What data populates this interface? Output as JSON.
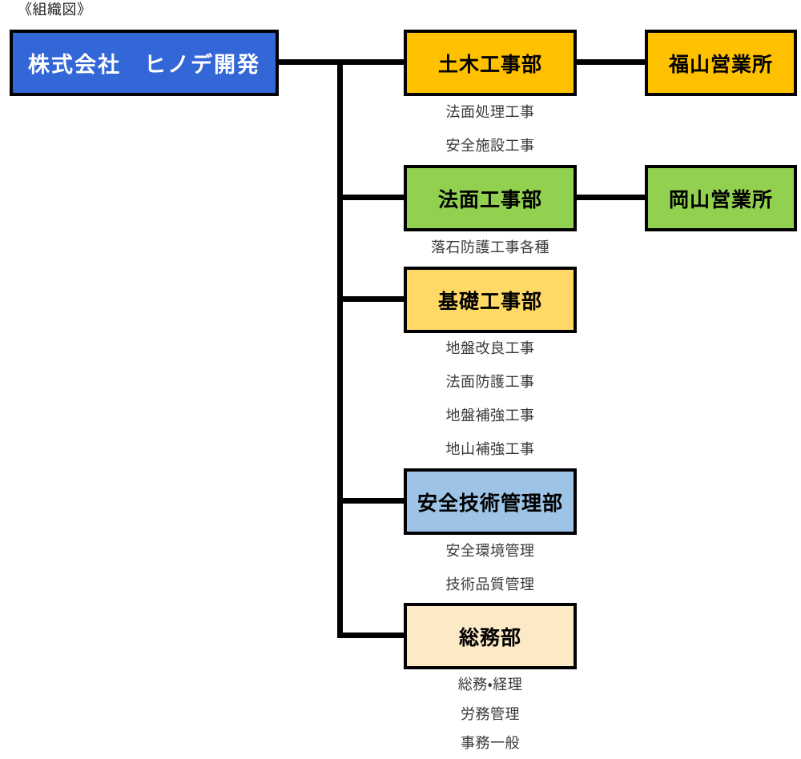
{
  "page": {
    "title": "《組織図》",
    "background": "#ffffff"
  },
  "colors": {
    "root_fill": "#3366d6",
    "root_text": "#ffffff",
    "civil_fill": "#ffc000",
    "slope_fill": "#92d050",
    "foundation_fill": "#ffd966",
    "safety_fill": "#9dc3e6",
    "general_fill": "#fce9c6",
    "border": "#000000",
    "line": "#000000",
    "subitem_text": "#3a3a3a"
  },
  "root": {
    "label": "株式会社　ヒノデ開発"
  },
  "departments": [
    {
      "id": "civil",
      "label": "土木工事部",
      "fill": "#ffc000",
      "subitems": [
        "法面処理工事",
        "安全施設工事"
      ],
      "branch": {
        "label": "福山営業所",
        "fill": "#ffc000"
      }
    },
    {
      "id": "slope",
      "label": "法面工事部",
      "fill": "#92d050",
      "subitems": [
        "落石防護工事各種"
      ],
      "branch": {
        "label": "岡山営業所",
        "fill": "#92d050"
      }
    },
    {
      "id": "foundation",
      "label": "基礎工事部",
      "fill": "#ffd966",
      "subitems": [
        "地盤改良工事",
        "法面防護工事",
        "地盤補強工事",
        "地山補強工事"
      ],
      "branch": null
    },
    {
      "id": "safety",
      "label": "安全技術管理部",
      "fill": "#9dc3e6",
      "subitems": [
        "安全環境管理",
        "技術品質管理"
      ],
      "branch": null
    },
    {
      "id": "general",
      "label": "総務部",
      "fill": "#fce9c6",
      "subitems": [
        "総務・経理",
        "労務管理",
        "事務一般"
      ],
      "branch": null
    }
  ]
}
